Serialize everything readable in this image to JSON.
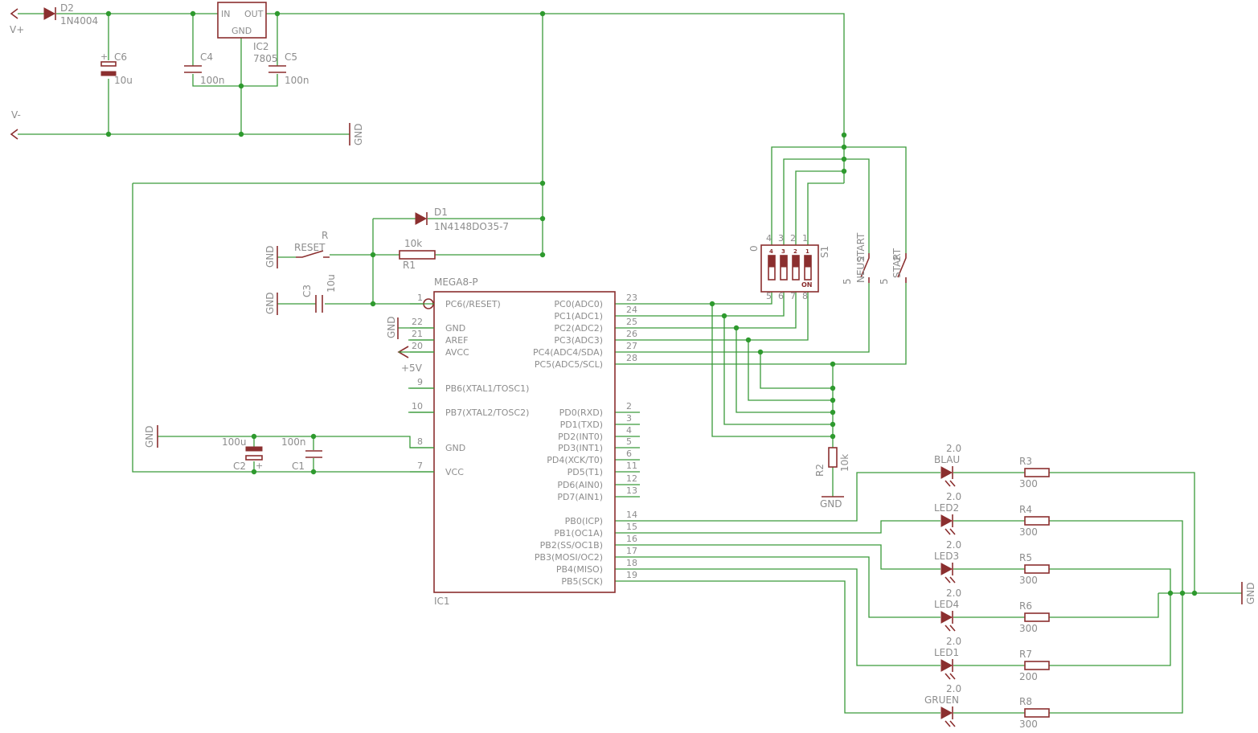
{
  "colors": {
    "wire": "#3a9a3a",
    "symbol": "#8b2f2f",
    "text": "#8d8d8d",
    "background": "#ffffff"
  },
  "supply": {
    "vplus": "V+",
    "vminus": "V-"
  },
  "gnd_label": "GND",
  "vcc_label": "+5V",
  "d2": {
    "name": "D2",
    "value": "1N4004"
  },
  "d1": {
    "name": "D1",
    "value": "1N4148DO35-7"
  },
  "ic2": {
    "name": "IC2",
    "value": "7805",
    "pin_in": "IN",
    "pin_out": "OUT",
    "pin_gnd": "GND"
  },
  "c6": {
    "name": "C6",
    "value": "10u"
  },
  "c4": {
    "name": "C4",
    "value": "100n"
  },
  "c5": {
    "name": "C5",
    "value": "100n"
  },
  "c3": {
    "name": "C3",
    "value": "10u"
  },
  "c2": {
    "name": "C2",
    "value": "100u"
  },
  "c1": {
    "name": "C1",
    "value": "100n"
  },
  "r1": {
    "name": "R1",
    "value": "10k"
  },
  "r2": {
    "name": "R2",
    "value": "10k"
  },
  "reset_switch": {
    "name": "RESET",
    "ref": "R"
  },
  "ic1": {
    "type": "MEGA8-P",
    "name": "IC1",
    "left_pins": [
      {
        "num": "1",
        "label": "PC6(/RESET)"
      },
      {
        "num": "22",
        "label": "GND"
      },
      {
        "num": "21",
        "label": "AREF"
      },
      {
        "num": "20",
        "label": "AVCC"
      },
      {
        "num": "9",
        "label": "PB6(XTAL1/TOSC1)"
      },
      {
        "num": "10",
        "label": "PB7(XTAL2/TOSC2)"
      },
      {
        "num": "8",
        "label": "GND"
      },
      {
        "num": "7",
        "label": "VCC"
      }
    ],
    "right_pins": [
      {
        "num": "23",
        "label": "PC0(ADC0)"
      },
      {
        "num": "24",
        "label": "PC1(ADC1)"
      },
      {
        "num": "25",
        "label": "PC2(ADC2)"
      },
      {
        "num": "26",
        "label": "PC3(ADC3)"
      },
      {
        "num": "27",
        "label": "PC4(ADC4/SDA)"
      },
      {
        "num": "28",
        "label": "PC5(ADC5/SCL)"
      },
      {
        "num": "2",
        "label": "PD0(RXD)"
      },
      {
        "num": "3",
        "label": "PD1(TXD)"
      },
      {
        "num": "4",
        "label": "PD2(INT0)"
      },
      {
        "num": "5",
        "label": "PD3(INT1)"
      },
      {
        "num": "6",
        "label": "PD4(XCK/T0)"
      },
      {
        "num": "11",
        "label": "PD5(T1)"
      },
      {
        "num": "12",
        "label": "PD6(AIN0)"
      },
      {
        "num": "13",
        "label": "PD7(AIN1)"
      },
      {
        "num": "14",
        "label": "PB0(ICP)"
      },
      {
        "num": "15",
        "label": "PB1(OC1A)"
      },
      {
        "num": "16",
        "label": "PB2(SS/OC1B)"
      },
      {
        "num": "17",
        "label": "PB3(MOSI/OC2)"
      },
      {
        "num": "18",
        "label": "PB4(MISO)"
      },
      {
        "num": "19",
        "label": "PB5(SCK)"
      }
    ]
  },
  "s1": {
    "name": "S1",
    "zero": "0",
    "on": "ON",
    "top_pins": [
      "4",
      "3",
      "2",
      "1"
    ],
    "bottom_pins": [
      "5",
      "6",
      "7",
      "8"
    ],
    "switch_nums": [
      "4",
      "3",
      "2",
      "1"
    ]
  },
  "neustart": {
    "name": "NEUSTART",
    "pin1": "1",
    "pin2": "2",
    "val": "5"
  },
  "start": {
    "name": "START",
    "pin1": "1",
    "pin2": "2",
    "val": "5"
  },
  "leds": [
    {
      "name": "BLAU",
      "value": "2.0"
    },
    {
      "name": "LED2",
      "value": "2.0"
    },
    {
      "name": "LED3",
      "value": "2.0"
    },
    {
      "name": "LED4",
      "value": "2.0"
    },
    {
      "name": "LED1",
      "value": "2.0"
    },
    {
      "name": "GRUEN",
      "value": "2.0"
    }
  ],
  "led_resistors": [
    {
      "name": "R3",
      "value": "300"
    },
    {
      "name": "R4",
      "value": "300"
    },
    {
      "name": "R5",
      "value": "300"
    },
    {
      "name": "R6",
      "value": "300"
    },
    {
      "name": "R7",
      "value": "200"
    },
    {
      "name": "R8",
      "value": "300"
    }
  ]
}
